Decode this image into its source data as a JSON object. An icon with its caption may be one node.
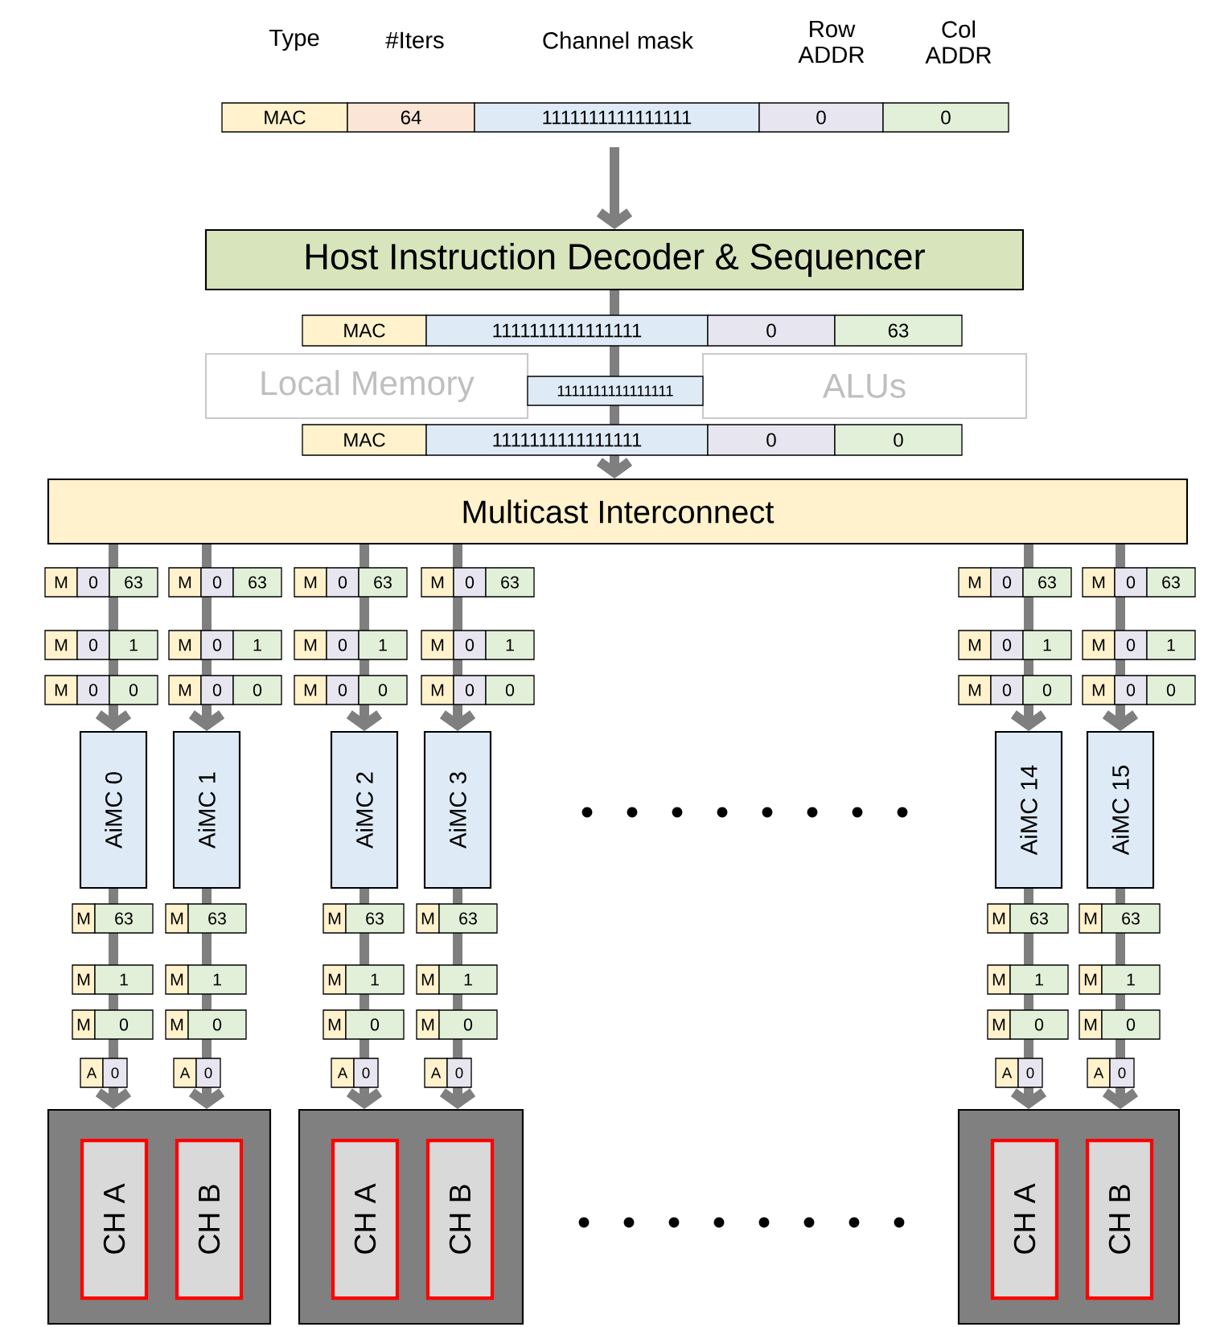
{
  "diagram": {
    "nodes": [
      {
        "text": [
          "Host Instruction Decoder & Sequencer"
        ]
      },
      {
        "text": [
          "Local Memory"
        ]
      },
      {
        "text": [
          "ALUs"
        ]
      },
      {
        "text": [
          "Multicast Interconnect"
        ]
      },
      {
        "text": [
          "AiMC 0"
        ]
      },
      {
        "text": [
          "AiMC 1"
        ]
      },
      {
        "text": [
          "AiMC 2"
        ]
      },
      {
        "text": [
          "AiMC 3"
        ]
      },
      {
        "text": [
          "AiMC 14"
        ]
      },
      {
        "text": [
          "AiMC 15"
        ]
      },
      {
        "text": [],
        "shape": "box"
      },
      {
        "text": [
          "CH A"
        ],
        "in": 10
      },
      {
        "text": [
          "CH B"
        ],
        "in": 10
      },
      {
        "text": [],
        "shape": "box"
      },
      {
        "text": [
          "CH A"
        ],
        "in": 13
      },
      {
        "text": [
          "CH B"
        ],
        "in": 13
      },
      {
        "text": [],
        "shape": "box"
      },
      {
        "text": [
          "CH A"
        ],
        "in": 16
      },
      {
        "text": [
          "CH B"
        ],
        "in": 16
      }
    ],
    "edges": [
      {
        "from": null,
        "to": 0,
        "arrow": "to"
      },
      {
        "from": 0,
        "to": 3,
        "arrow": "to"
      },
      {
        "from": 3,
        "to": 4,
        "arrow": "to"
      },
      {
        "from": 3,
        "to": 5,
        "arrow": "to"
      },
      {
        "from": 3,
        "to": 6,
        "arrow": "to"
      },
      {
        "from": 3,
        "to": 7,
        "arrow": "to"
      },
      {
        "from": 3,
        "to": 8,
        "arrow": "to"
      },
      {
        "from": 3,
        "to": 9,
        "arrow": "to"
      },
      {
        "from": 4,
        "to": 10,
        "arrow": "to"
      },
      {
        "from": 5,
        "to": 10,
        "arrow": "to"
      },
      {
        "from": 6,
        "to": 13,
        "arrow": "to"
      },
      {
        "from": 7,
        "to": 13,
        "arrow": "to"
      },
      {
        "from": 8,
        "to": 16,
        "arrow": "to"
      },
      {
        "from": 9,
        "to": 16,
        "arrow": "to"
      }
    ],
    "labels": [
      "Type",
      "#Iters",
      "Channel mask",
      "Row ADDR",
      "Col ADDR",
      "MAC",
      "64",
      "1111111111111111",
      "0",
      "0",
      "MAC",
      "1111111111111111",
      "0",
      "63",
      "1111111111111111",
      "MAC",
      "1111111111111111",
      "0",
      "0",
      "M",
      "0",
      "63",
      "M",
      "0",
      "63",
      "M",
      "0",
      "63",
      "M",
      "0",
      "63",
      "M",
      "0",
      "63",
      "M",
      "0",
      "63",
      "M",
      "0",
      "1",
      "M",
      "0",
      "1",
      "M",
      "0",
      "1",
      "M",
      "0",
      "1",
      "M",
      "0",
      "1",
      "M",
      "0",
      "1",
      "M",
      "0",
      "0",
      "M",
      "0",
      "0",
      "M",
      "0",
      "0",
      "M",
      "0",
      "0",
      "M",
      "0",
      "0",
      "M",
      "0",
      "0",
      "M",
      "63",
      "M",
      "63",
      "M",
      "63",
      "M",
      "63",
      "M",
      "63",
      "M",
      "63",
      "M",
      "1",
      "M",
      "1",
      "M",
      "1",
      "M",
      "1",
      "M",
      "1",
      "M",
      "1",
      "M",
      "0",
      "M",
      "0",
      "M",
      "0",
      "M",
      "0",
      "M",
      "0",
      "M",
      "0",
      "A",
      "0",
      "A",
      "0",
      "A",
      "0",
      "A",
      "0",
      "A",
      "0",
      "A",
      "0"
    ]
  }
}
